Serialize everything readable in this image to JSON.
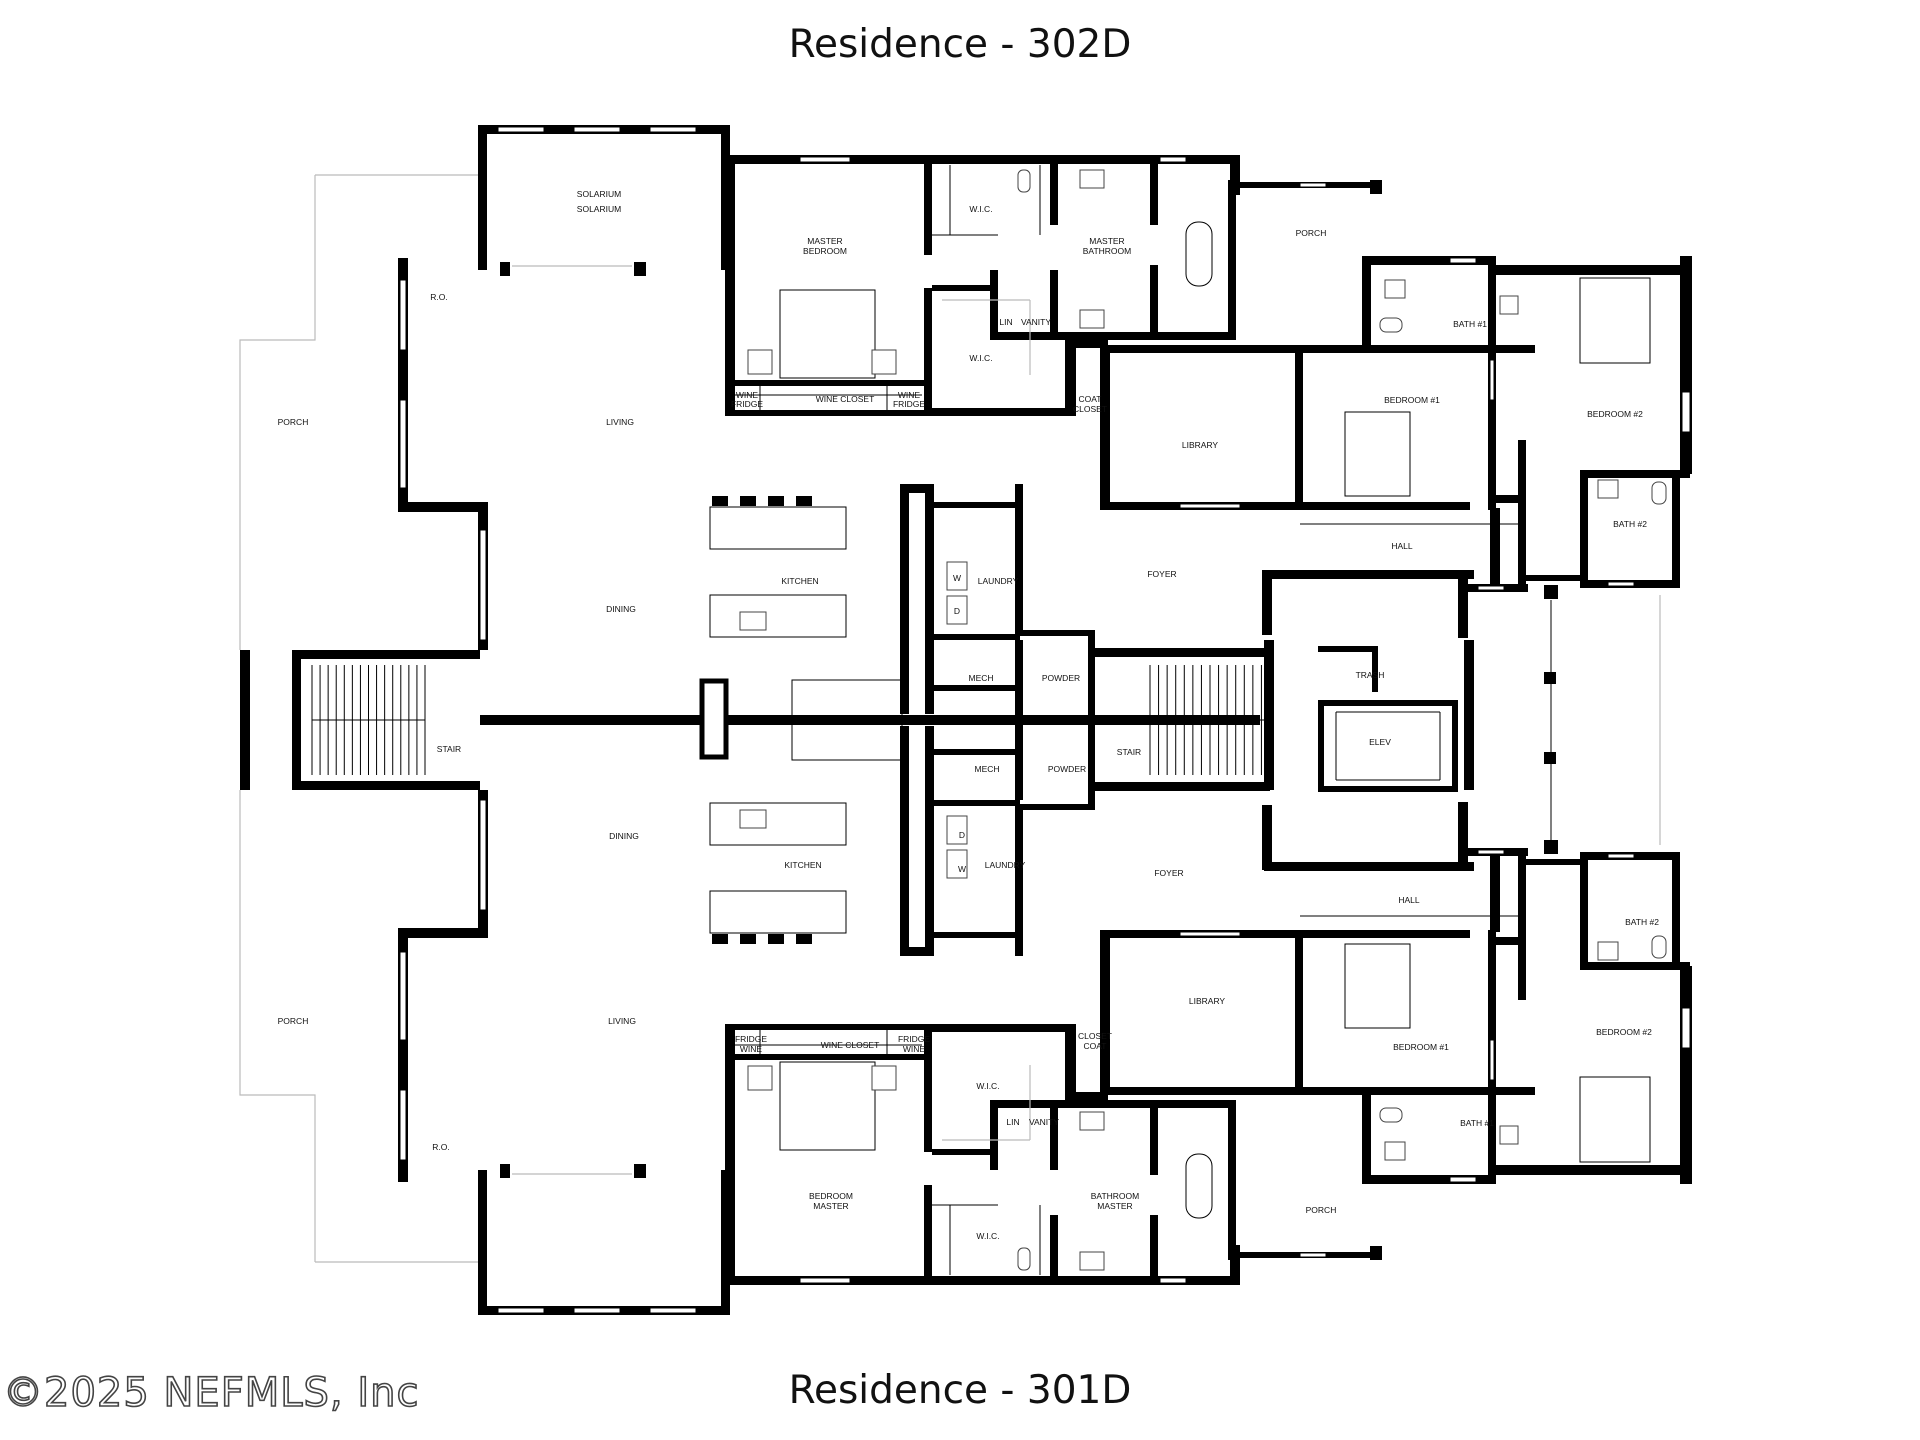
{
  "titles": {
    "top": "Residence - 302D",
    "bottom": "Residence - 301D"
  },
  "watermark": "©2025 NEFMLS, Inc",
  "rooms": {
    "unit302": {
      "solarium_a": "SOLARIUM",
      "solarium_b": "SOLARIUM",
      "master_bedroom_1": "MASTER",
      "master_bedroom_2": "BEDROOM",
      "wic_1": "W.I.C.",
      "wic_2": "W.I.C.",
      "master_bath_1": "MASTER",
      "master_bath_2": "BATHROOM",
      "lin": "LIN",
      "vanity": "VANITY",
      "porch_right": "PORCH",
      "porch_left": "PORCH",
      "ro": "R.O.",
      "living": "LIVING",
      "wine_fridge_l1": "WINE",
      "wine_fridge_l2": "FRIDGE",
      "wine_closet": "WINE CLOSET",
      "wine_fridge_r1": "WINE",
      "wine_fridge_r2": "FRIDGE",
      "coat_closet_1": "COAT",
      "coat_closet_2": "CLOSET",
      "library": "LIBRARY",
      "bedroom1": "BEDROOM #1",
      "bedroom2": "BEDROOM #2",
      "bath1": "BATH #1",
      "bath2": "BATH #2",
      "hall": "HALL",
      "foyer": "FOYER",
      "kitchen": "KITCHEN",
      "dining": "DINING",
      "laundry": "LAUNDRY",
      "mech": "MECH",
      "powder": "POWDER",
      "stair_left": "STAIR",
      "stair_right": "STAIR",
      "washer": "W",
      "dryer": "D"
    },
    "common": {
      "trash": "TRASH",
      "elev": "ELEV"
    },
    "unit301": {
      "solarium_a": "",
      "solarium_b": "",
      "master_bedroom_1": "BEDROOM",
      "master_bedroom_2": "MASTER",
      "wic_1": "W.I.C.",
      "wic_2": "W.I.C.",
      "master_bath_1": "BATHROOM",
      "master_bath_2": "MASTER",
      "lin": "LIN",
      "vanity": "VANITY",
      "porch_right": "PORCH",
      "porch_left": "PORCH",
      "ro": "R.O.",
      "living": "LIVING",
      "wine_fridge_l1": "FRIDGE",
      "wine_fridge_l2": "WINE",
      "wine_closet": "WINE CLOSET",
      "wine_fridge_r1": "FRIDGE",
      "wine_fridge_r2": "WINE",
      "coat_closet_1": "CLOSET",
      "coat_closet_2": "COAT",
      "library": "LIBRARY",
      "bedroom1": "BEDROOM #1",
      "bedroom2": "BEDROOM #2",
      "bath1": "BATH #1",
      "bath2": "BATH #2",
      "hall": "HALL",
      "foyer": "FOYER",
      "kitchen": "KITCHEN",
      "dining": "DINING",
      "laundry": "LAUNDRY",
      "mech": "MECH",
      "powder": "POWDER",
      "washer": "W",
      "dryer": "D"
    }
  }
}
